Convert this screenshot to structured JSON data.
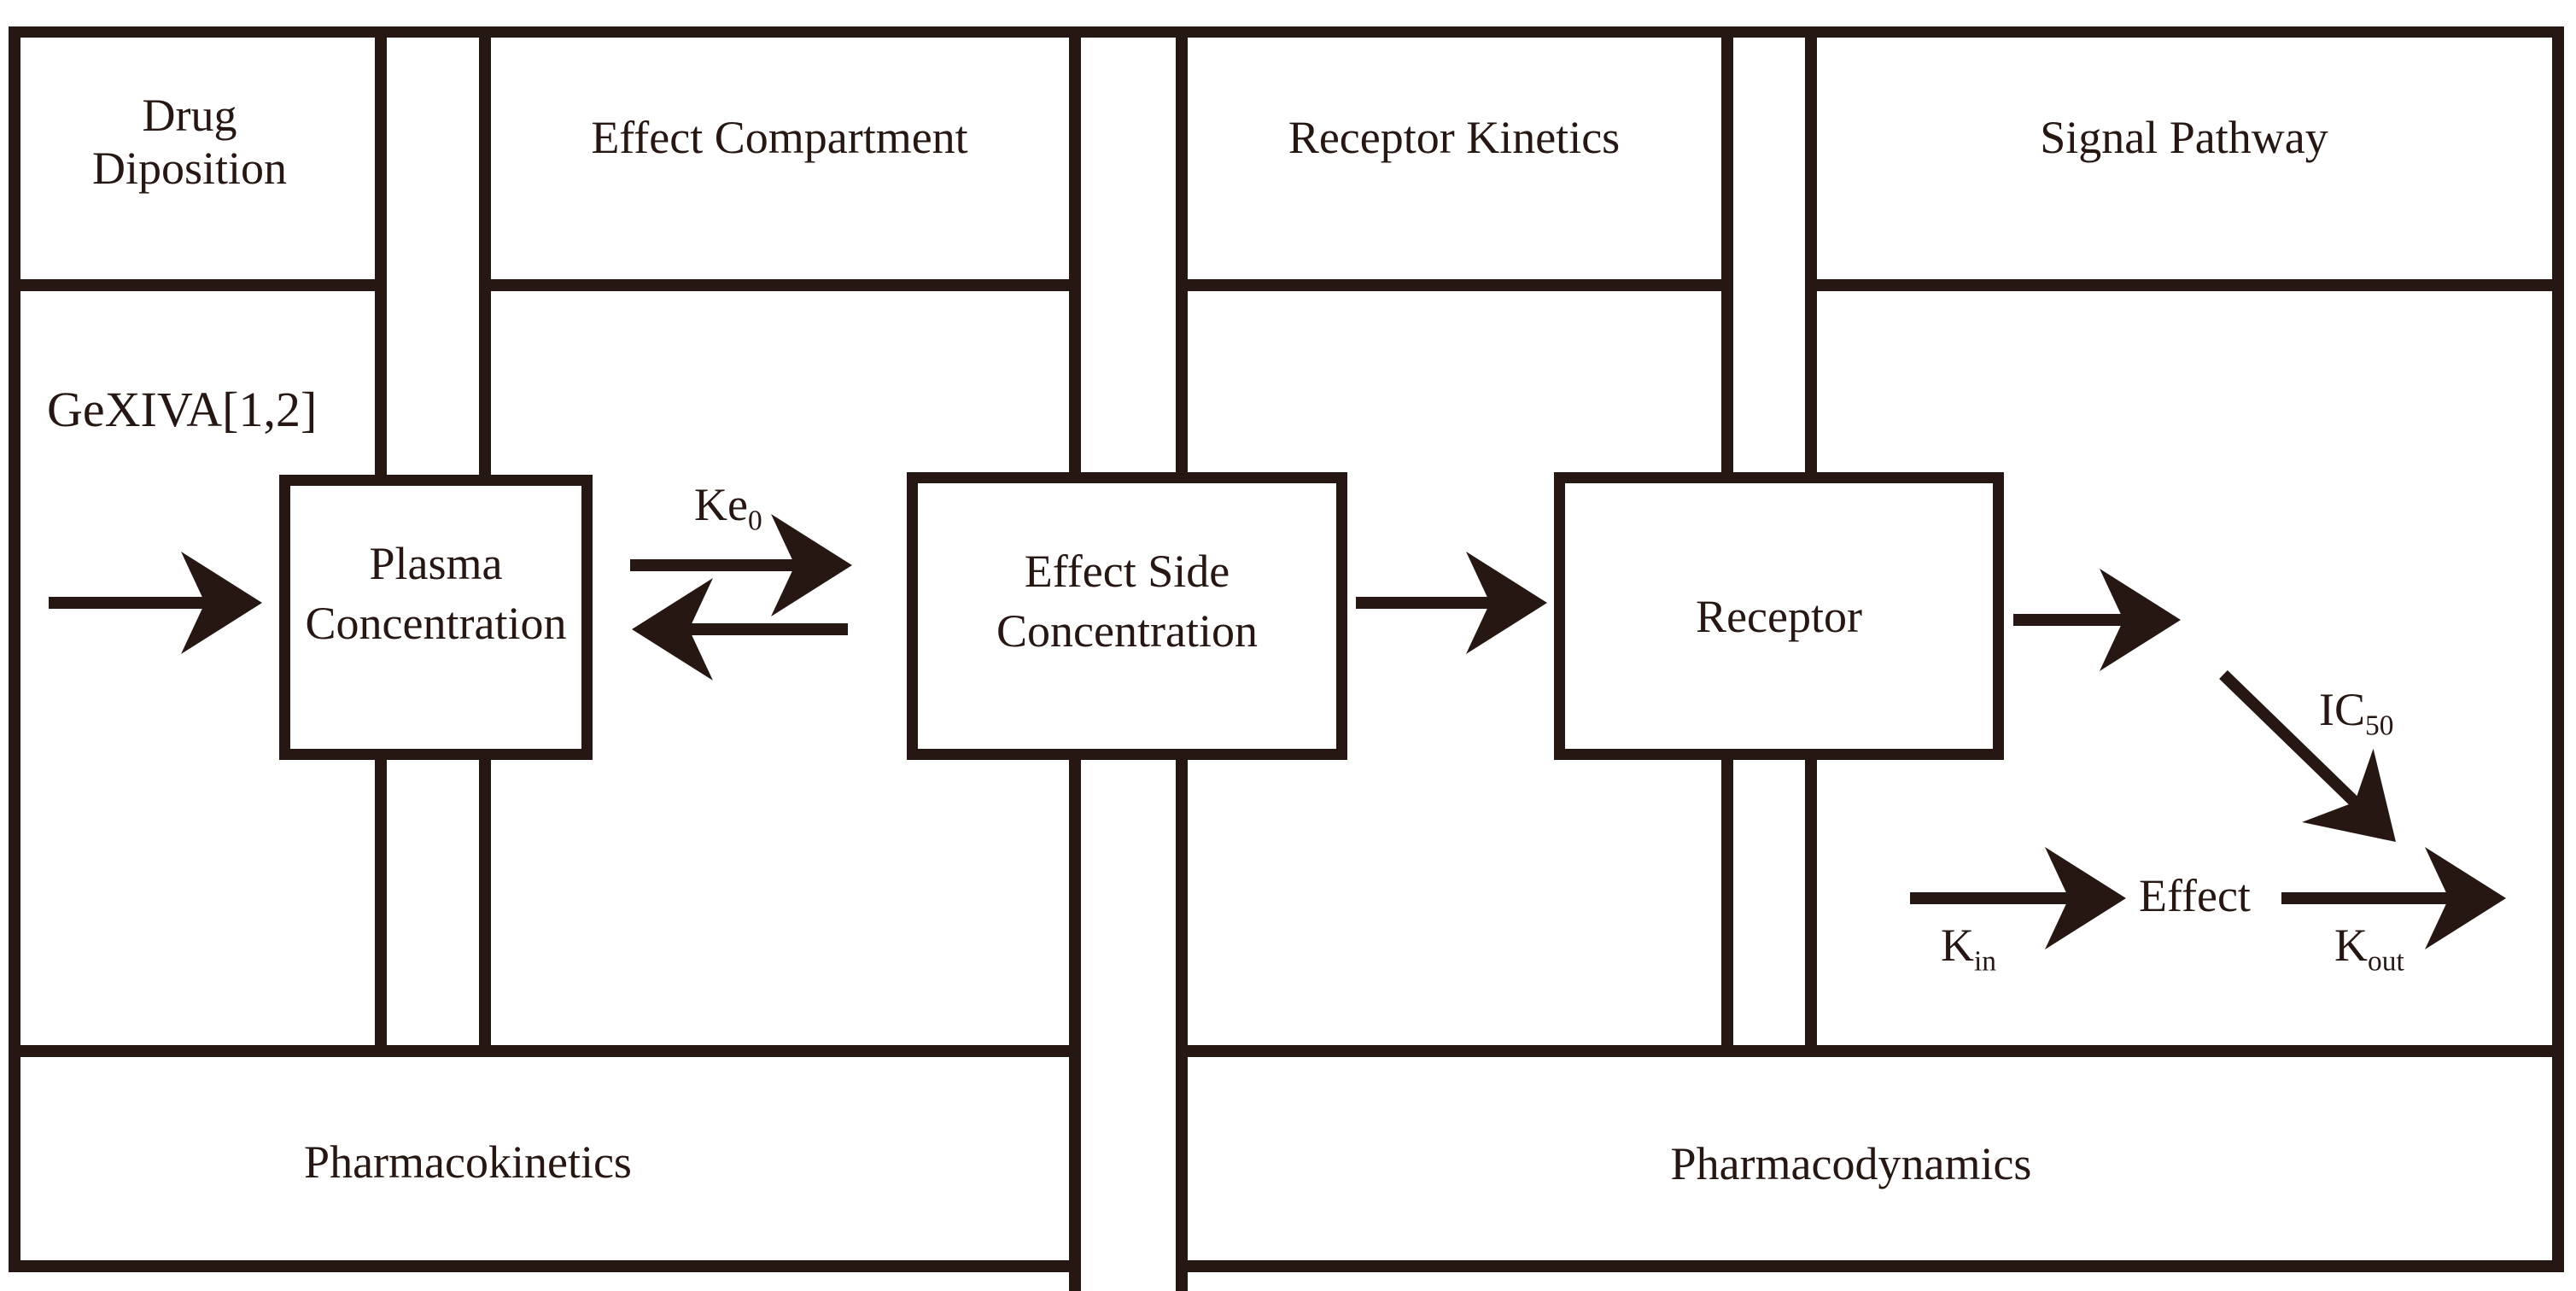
{
  "header": {
    "drug_disposition_line1": "Drug",
    "drug_disposition_line2": "Diposition",
    "effect_compartment": "Effect Compartment",
    "receptor_kinetics": "Receptor Kinetics",
    "signal_pathway": "Signal Pathway"
  },
  "compartments": {
    "input_label": "GeXIVA[1,2]",
    "plasma_line1": "Plasma",
    "plasma_line2": "Concentration",
    "effect_side_line1": "Effect Side",
    "effect_side_line2": "Concentration",
    "receptor": "Receptor"
  },
  "rates": {
    "ke0_base": "Ke",
    "ke0_sub": "0",
    "ic50_base": "IC",
    "ic50_sub": "50",
    "kin_base": "K",
    "kin_sub": "in",
    "kout_base": "K",
    "kout_sub": "out",
    "effect_label": "Effect"
  },
  "footer": {
    "pharmacokinetics": "Pharmacokinetics",
    "pharmacodynamics": "Pharmacodynamics"
  },
  "colors": {
    "ink": "#261712",
    "background": "#ffffff"
  }
}
